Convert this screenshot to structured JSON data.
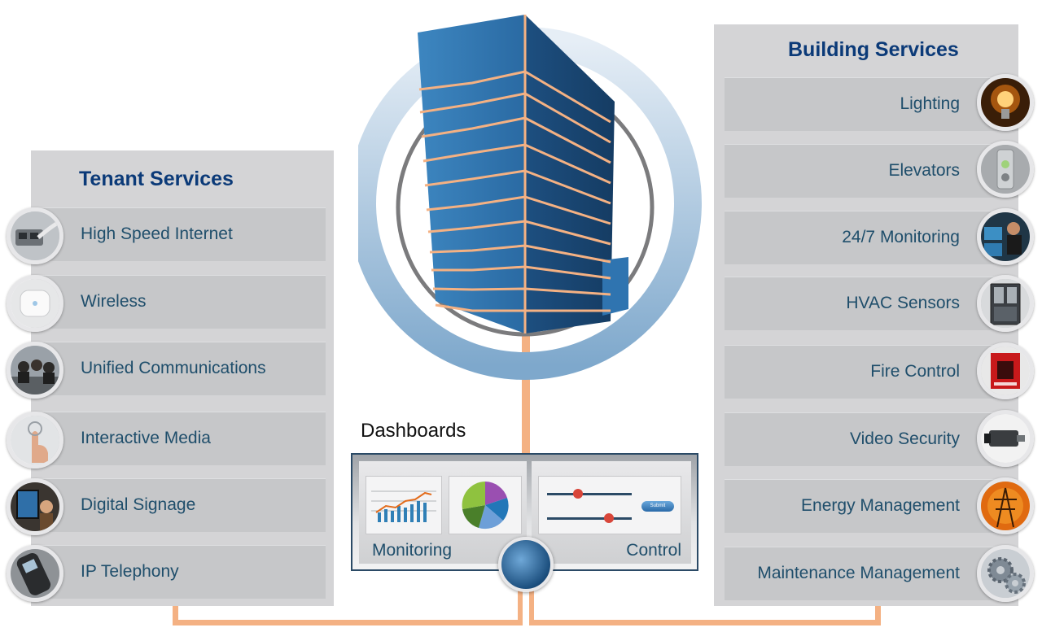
{
  "tenant_services": {
    "title": "Tenant Services",
    "items": [
      {
        "label": "High Speed Internet",
        "icon": "network-cable-icon"
      },
      {
        "label": "Wireless",
        "icon": "wireless-access-point-icon"
      },
      {
        "label": "Unified Communications",
        "icon": "meeting-people-icon"
      },
      {
        "label": "Interactive Media",
        "icon": "touch-hand-icon"
      },
      {
        "label": "Digital Signage",
        "icon": "digital-display-icon"
      },
      {
        "label": "IP Telephony",
        "icon": "ip-phone-icon"
      }
    ]
  },
  "building_services": {
    "title": "Building Services",
    "items": [
      {
        "label": "Lighting",
        "icon": "light-bulb-icon"
      },
      {
        "label": "Elevators",
        "icon": "elevator-button-icon"
      },
      {
        "label": "24/7 Monitoring",
        "icon": "security-operator-icon"
      },
      {
        "label": "HVAC Sensors",
        "icon": "hvac-cabinet-icon"
      },
      {
        "label": "Fire Control",
        "icon": "fire-alarm-icon"
      },
      {
        "label": "Video Security",
        "icon": "security-camera-icon"
      },
      {
        "label": "Energy Management",
        "icon": "power-pylon-icon"
      },
      {
        "label": "Maintenance Management",
        "icon": "gears-icon"
      }
    ]
  },
  "dashboards": {
    "title": "Dashboards",
    "monitoring_label": "Monitoring",
    "control_label": "Control",
    "submit_label": "Submit"
  },
  "colors": {
    "connector": "#f4b183",
    "title": "#0b3a78",
    "item_text": "#1f4e6b",
    "panel": "#d4d4d6",
    "row": "#c6c7c9"
  }
}
